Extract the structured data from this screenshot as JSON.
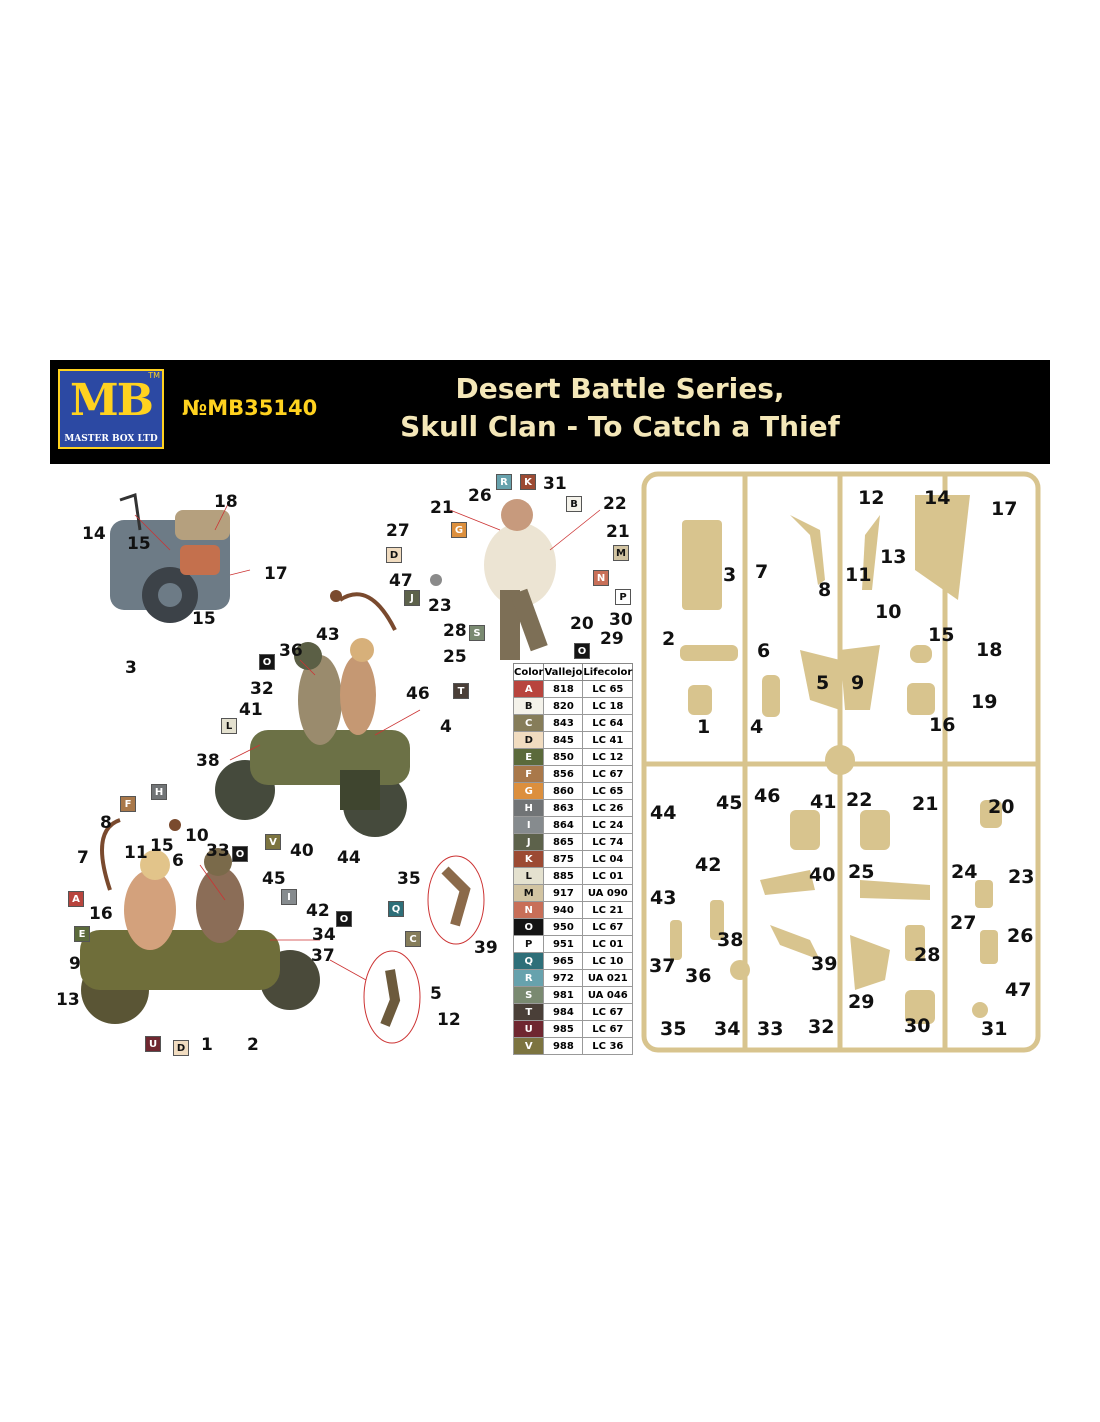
{
  "header": {
    "logo": {
      "letters": "MB",
      "tm": "TM",
      "subtitle": "MASTER BOX LTD"
    },
    "catalog_number": "№MB35140",
    "title_line1": "Desert Battle Series,",
    "title_line2": "Skull Clan - To Catch a Thief"
  },
  "colors": {
    "header_bg": "#000000",
    "title": "#f4e7b8",
    "logo_blue": "#2c49a3",
    "logo_yellow": "#ffd21f",
    "sprue": "#d8c48e"
  },
  "color_table": {
    "headers": [
      "Color",
      "Vallejo",
      "Lifecolor"
    ],
    "rows": [
      {
        "code": "A",
        "vallejo": "818",
        "lifecolor": "LC 65",
        "hex": "#b8443d"
      },
      {
        "code": "B",
        "vallejo": "820",
        "lifecolor": "LC 18",
        "hex": "#f4f2ea"
      },
      {
        "code": "C",
        "vallejo": "843",
        "lifecolor": "LC 64",
        "hex": "#867d5a"
      },
      {
        "code": "D",
        "vallejo": "845",
        "lifecolor": "LC 41",
        "hex": "#f1dcc0"
      },
      {
        "code": "E",
        "vallejo": "850",
        "lifecolor": "LC 12",
        "hex": "#5b6a3b"
      },
      {
        "code": "F",
        "vallejo": "856",
        "lifecolor": "LC 67",
        "hex": "#a9784a"
      },
      {
        "code": "G",
        "vallejo": "860",
        "lifecolor": "LC 65",
        "hex": "#dc8f3d"
      },
      {
        "code": "H",
        "vallejo": "863",
        "lifecolor": "LC 26",
        "hex": "#717476"
      },
      {
        "code": "I",
        "vallejo": "864",
        "lifecolor": "LC 24",
        "hex": "#868b8e"
      },
      {
        "code": "J",
        "vallejo": "865",
        "lifecolor": "LC 74",
        "hex": "#5d624b"
      },
      {
        "code": "K",
        "vallejo": "875",
        "lifecolor": "LC 04",
        "hex": "#9c4a33"
      },
      {
        "code": "L",
        "vallejo": "885",
        "lifecolor": "LC 01",
        "hex": "#e4e1cf"
      },
      {
        "code": "M",
        "vallejo": "917",
        "lifecolor": "UA 090",
        "hex": "#d2c4a2"
      },
      {
        "code": "N",
        "vallejo": "940",
        "lifecolor": "LC 21",
        "hex": "#c86f58"
      },
      {
        "code": "O",
        "vallejo": "950",
        "lifecolor": "LC 67",
        "hex": "#141414"
      },
      {
        "code": "P",
        "vallejo": "951",
        "lifecolor": "LC 01",
        "hex": "#ffffff"
      },
      {
        "code": "Q",
        "vallejo": "965",
        "lifecolor": "LC 10",
        "hex": "#2e6f79"
      },
      {
        "code": "R",
        "vallejo": "972",
        "lifecolor": "UA 021",
        "hex": "#67a2ad"
      },
      {
        "code": "S",
        "vallejo": "981",
        "lifecolor": "UA 046",
        "hex": "#7a8a71"
      },
      {
        "code": "T",
        "vallejo": "984",
        "lifecolor": "LC 67",
        "hex": "#4a3f38"
      },
      {
        "code": "U",
        "vallejo": "985",
        "lifecolor": "LC 67",
        "hex": "#6f2730"
      },
      {
        "code": "V",
        "vallejo": "988",
        "lifecolor": "LC 36",
        "hex": "#7c7440"
      }
    ]
  },
  "callout_numbers": [
    "18",
    "14",
    "15",
    "17",
    "15",
    "3",
    "26",
    "31",
    "21",
    "22",
    "27",
    "21",
    "47",
    "23",
    "28",
    "30",
    "20",
    "29",
    "25",
    "43",
    "36",
    "32",
    "41",
    "46",
    "4",
    "38",
    "40",
    "44",
    "8",
    "11",
    "15",
    "6",
    "10",
    "33",
    "45",
    "7",
    "16",
    "42",
    "34",
    "37",
    "9",
    "13",
    "1",
    "2",
    "35",
    "39",
    "5",
    "12"
  ],
  "color_boxes": [
    "R",
    "K",
    "B",
    "G",
    "D",
    "M",
    "N",
    "J",
    "P",
    "S",
    "O",
    "T",
    "O",
    "L",
    "F",
    "H",
    "O",
    "A",
    "E",
    "I",
    "O",
    "V",
    "Q",
    "C",
    "U",
    "D"
  ],
  "sprue_numbers": [
    "12",
    "14",
    "17",
    "3",
    "7",
    "13",
    "11",
    "8",
    "10",
    "2",
    "6",
    "15",
    "18",
    "5",
    "9",
    "19",
    "1",
    "4",
    "16",
    "44",
    "45",
    "46",
    "41",
    "22",
    "21",
    "20",
    "42",
    "40",
    "25",
    "24",
    "23",
    "43",
    "38",
    "27",
    "26",
    "37",
    "36",
    "39",
    "28",
    "47",
    "35",
    "34",
    "33",
    "32",
    "29",
    "30",
    "31"
  ]
}
